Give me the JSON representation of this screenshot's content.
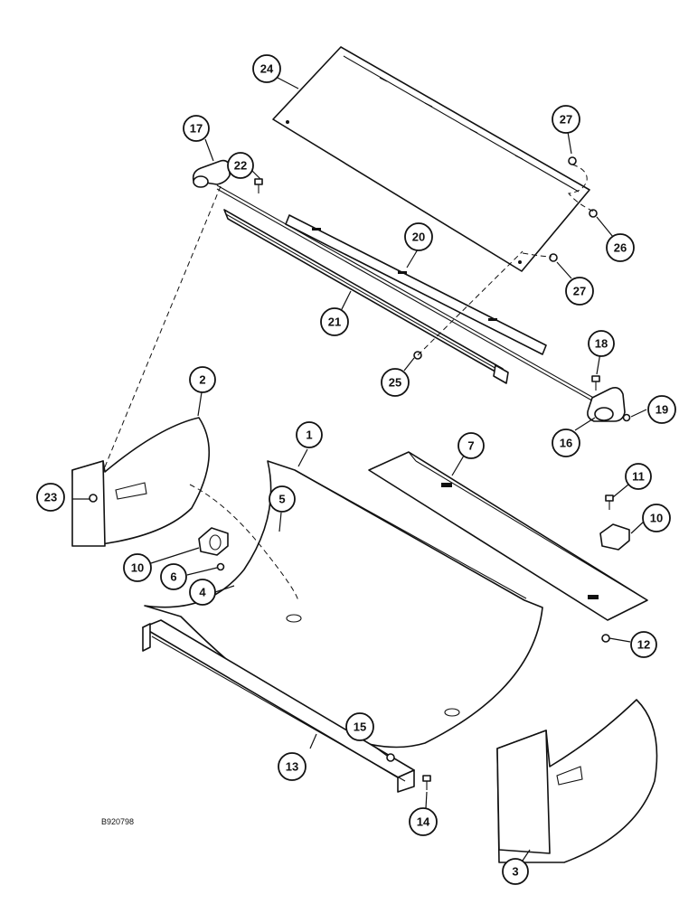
{
  "figure_id": "B920798",
  "callouts": {
    "c1": "1",
    "c2": "2",
    "c3": "3",
    "c4": "4",
    "c5": "5",
    "c6": "6",
    "c7": "7",
    "c10a": "10",
    "c10b": "10",
    "c11": "11",
    "c12": "12",
    "c13": "13",
    "c14": "14",
    "c15": "15",
    "c16": "16",
    "c17": "17",
    "c18": "18",
    "c19": "19",
    "c20": "20",
    "c21": "21",
    "c22": "22",
    "c23": "23",
    "c24": "24",
    "c25": "25",
    "c26": "26",
    "c27a": "27",
    "c27b": "27"
  }
}
